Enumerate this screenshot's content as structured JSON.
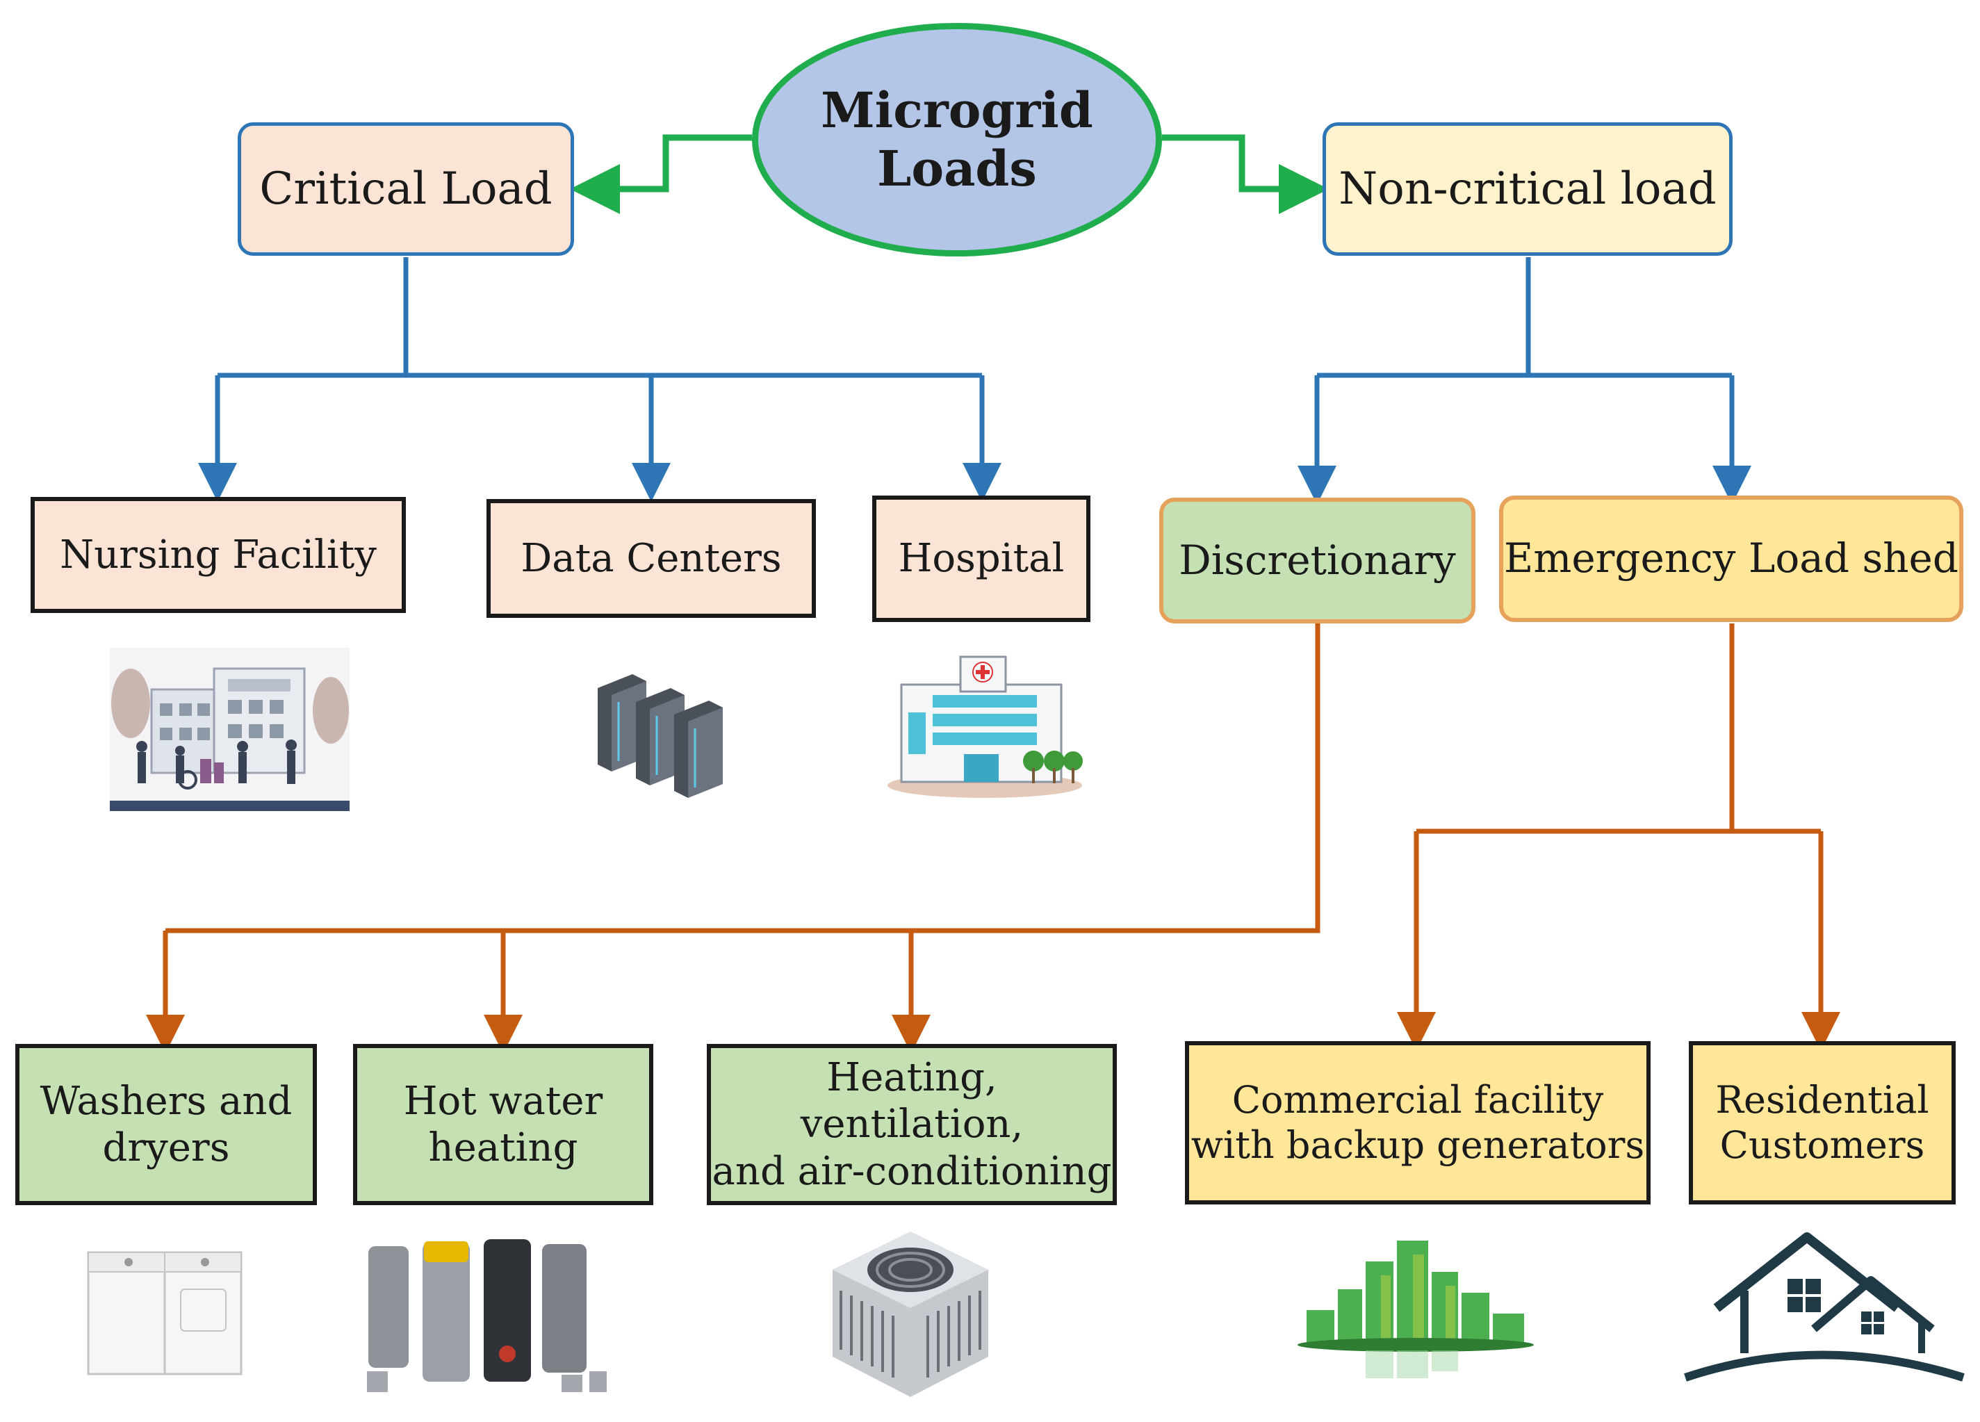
{
  "root": {
    "label": "Microgrid\nLoads"
  },
  "critical": {
    "label": "Critical Load",
    "children": [
      "Nursing Facility",
      "Data Centers",
      "Hospital"
    ]
  },
  "noncritical": {
    "label": "Non-critical load",
    "discretionary": {
      "label": "Discretionary",
      "children": [
        "Washers and\ndryers",
        "Hot water\nheating",
        "Heating, ventilation,\nand air-conditioning"
      ]
    },
    "emergency": {
      "label": "Emergency Load shed",
      "children": [
        "Commercial facility\nwith backup generators",
        "Residential\nCustomers"
      ]
    }
  },
  "colors": {
    "root_fill": "#b4c6e7",
    "root_border": "#1fad4e",
    "critical_fill": "#fbe4d5",
    "noncritical_fill": "#fff2cc",
    "blue_line": "#2e75b6",
    "green_arrow": "#1fad4e",
    "orange_line": "#c55a11",
    "green_fill": "#c5e0b3",
    "yellow_fill": "#ffe699"
  },
  "icons": [
    "nursing-facility-icon",
    "server-rack-icon",
    "hospital-building-icon",
    "washer-dryer-icon",
    "water-heater-icon",
    "air-conditioner-icon",
    "city-skyline-icon",
    "house-icon"
  ]
}
